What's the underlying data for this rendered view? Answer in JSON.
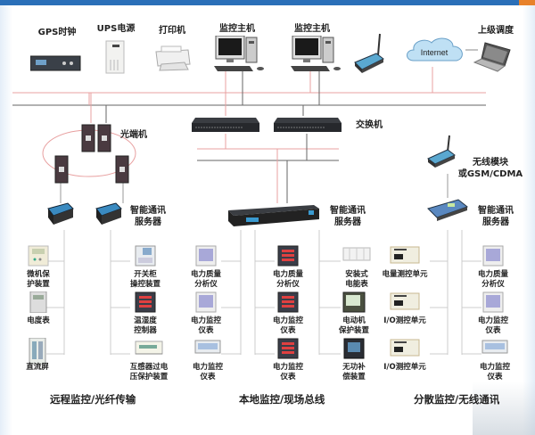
{
  "diagram": {
    "top_devices": [
      {
        "label": "GPS时钟",
        "icon": "gps-clock-icon"
      },
      {
        "label": "UPS电源",
        "icon": "ups-icon"
      },
      {
        "label": "打印机",
        "icon": "printer-icon"
      },
      {
        "label": "监控主机",
        "icon": "computer-icon"
      },
      {
        "label": "监控主机",
        "icon": "computer-icon"
      },
      {
        "label": "",
        "icon": "router-icon"
      },
      {
        "label": "Internet",
        "icon": "cloud-icon"
      },
      {
        "label": "上级调度",
        "icon": "laptop-icon"
      }
    ],
    "switch_label": "交换机",
    "optical_label": "光端机",
    "wireless_label_1": "无线模块",
    "wireless_label_2": "或GSM/CDMA",
    "comm_server_label_1": "智能通讯",
    "comm_server_label_2": "服务器",
    "left_column_a": [
      {
        "l1": "微机保",
        "l2": "护装置"
      },
      {
        "l1": "电度表",
        "l2": ""
      },
      {
        "l1": "直流屏",
        "l2": ""
      }
    ],
    "left_column_b": [
      {
        "l1": "开关柜",
        "l2": "操控装置"
      },
      {
        "l1": "温湿度",
        "l2": "控制器"
      },
      {
        "l1": "互感器过电",
        "l2": "压保护装置"
      }
    ],
    "mid_column_a": [
      {
        "l1": "电力质量",
        "l2": "分析仪"
      },
      {
        "l1": "电力监控",
        "l2": "仪表"
      },
      {
        "l1": "电力监控",
        "l2": "仪表"
      }
    ],
    "mid_column_b": [
      {
        "l1": "电力质量",
        "l2": "分析仪"
      },
      {
        "l1": "电力监控",
        "l2": "仪表"
      },
      {
        "l1": "电力监控",
        "l2": "仪表"
      }
    ],
    "mid_column_c": [
      {
        "l1": "安装式",
        "l2": "电能表"
      },
      {
        "l1": "电动机",
        "l2": "保护装置"
      },
      {
        "l1": "无功补",
        "l2": "偿装置"
      }
    ],
    "right_column_a": [
      {
        "l1": "电量测控单元",
        "l2": ""
      },
      {
        "l1": "I/O测控单元",
        "l2": ""
      },
      {
        "l1": "I/O测控单元",
        "l2": ""
      }
    ],
    "right_column_b": [
      {
        "l1": "电力质量",
        "l2": "分析仪"
      },
      {
        "l1": "电力监控",
        "l2": "仪表"
      },
      {
        "l1": "电力监控",
        "l2": "仪表"
      }
    ],
    "sections": [
      "远程监控/光纤传输",
      "本地监控/现场总线",
      "分散监控/无线通讯"
    ]
  },
  "colors": {
    "top_bar": "#2a6fb8",
    "accent": "#e8822a",
    "red_line": "#e8a0a0",
    "gray_line": "#666666"
  }
}
